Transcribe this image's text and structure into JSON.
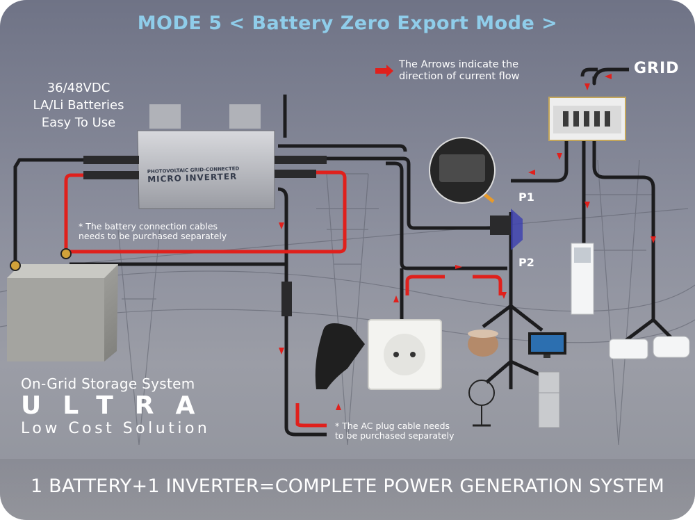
{
  "title": "MODE 5 < Battery Zero Export Mode >",
  "battery_label": [
    "36/48VDC",
    "LA/Li Batteries",
    "Easy To Use"
  ],
  "legend": [
    "The Arrows indicate the",
    "direction of current flow"
  ],
  "grid_label": "GRID",
  "p1_label": "P1",
  "p2_label": "P2",
  "inverter_text": [
    "PHOTOVOLTAIC GRID-CONNECTED",
    "MICRO INVERTER"
  ],
  "note_battery": [
    "* The battery connection cables",
    "needs to be purchased separately"
  ],
  "note_plug": [
    "* The AC plug cable needs",
    "to be purchased separately"
  ],
  "brand": {
    "line1": "On-Grid Storage System",
    "line2": "ULTRA",
    "line3": "Low Cost Solution"
  },
  "tagline": "1 BATTERY+1 INVERTER=COMPLETE POWER GENERATION SYSTEM",
  "colors": {
    "title": "#8fcdea",
    "wire_dark": "#1c1c1e",
    "wire_red": "#e0201c",
    "arrow": "#e0201c"
  }
}
